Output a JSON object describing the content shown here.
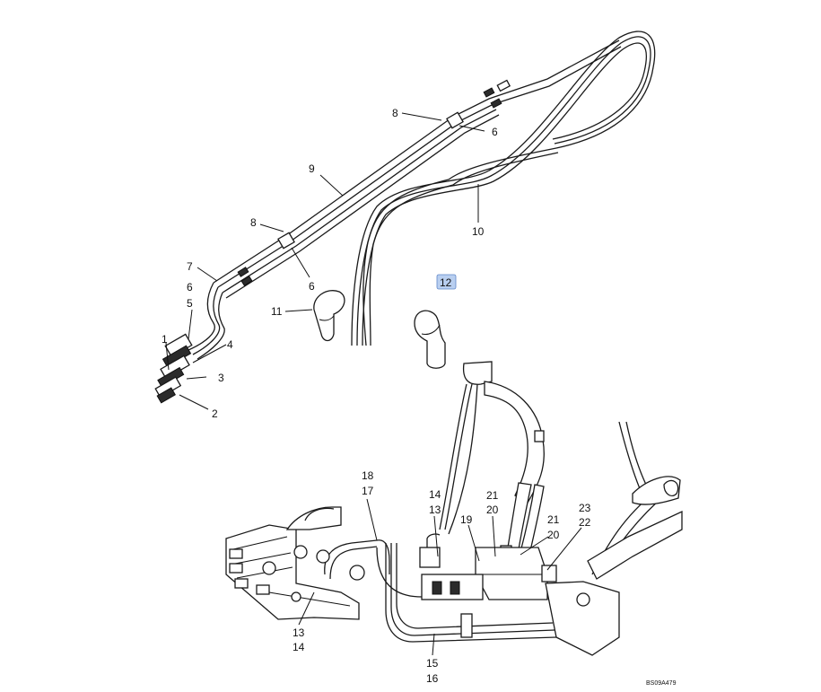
{
  "diagram": {
    "reference_code": "BS09A479",
    "highlighted_callout": "12",
    "callouts": [
      {
        "id": "c1",
        "text": "1"
      },
      {
        "id": "c2",
        "text": "2"
      },
      {
        "id": "c3",
        "text": "3"
      },
      {
        "id": "c4",
        "text": "4"
      },
      {
        "id": "c5",
        "text": "5"
      },
      {
        "id": "c6a",
        "text": "6"
      },
      {
        "id": "c6b",
        "text": "6"
      },
      {
        "id": "c6c",
        "text": "6"
      },
      {
        "id": "c7",
        "text": "7"
      },
      {
        "id": "c8a",
        "text": "8"
      },
      {
        "id": "c8b",
        "text": "8"
      },
      {
        "id": "c9",
        "text": "9"
      },
      {
        "id": "c10",
        "text": "10"
      },
      {
        "id": "c11",
        "text": "11"
      },
      {
        "id": "c12",
        "text": "12"
      },
      {
        "id": "c13a",
        "text": "13"
      },
      {
        "id": "c13b",
        "text": "13"
      },
      {
        "id": "c14a",
        "text": "14"
      },
      {
        "id": "c14b",
        "text": "14"
      },
      {
        "id": "c15",
        "text": "15"
      },
      {
        "id": "c16",
        "text": "16"
      },
      {
        "id": "c17",
        "text": "17"
      },
      {
        "id": "c18",
        "text": "18"
      },
      {
        "id": "c19",
        "text": "19"
      },
      {
        "id": "c20a",
        "text": "20"
      },
      {
        "id": "c20b",
        "text": "20"
      },
      {
        "id": "c21a",
        "text": "21"
      },
      {
        "id": "c21b",
        "text": "21"
      },
      {
        "id": "c22",
        "text": "22"
      },
      {
        "id": "c23",
        "text": "23"
      }
    ]
  }
}
